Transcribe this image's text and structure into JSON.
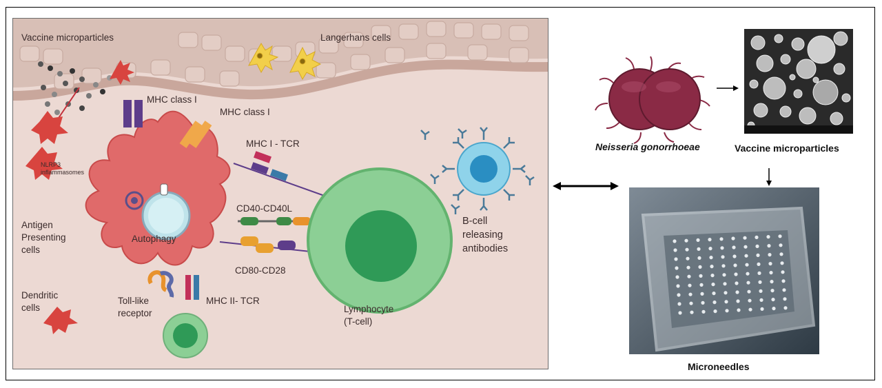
{
  "panel_labels": {
    "vaccine_microparticles": "Vaccine microparticles",
    "langerhans_cells": "Langerhans cells",
    "mhc_class_i_a": "MHC class I",
    "mhc_class_i_b": "MHC class I",
    "mhc_i_tcr": "MHC I - TCR",
    "nlrp3": "NLRP3",
    "inflammasomes": "inflammasomes",
    "cd40": "CD40-CD40L",
    "autophagy": "Autophagy",
    "apc_1": "Antigen",
    "apc_2": "Presenting",
    "apc_3": "cells",
    "cd80": "CD80-CD28",
    "dendritic_1": "Dendritic",
    "dendritic_2": "cells",
    "tlr_1": "Toll-like",
    "tlr_2": "receptor",
    "mhc_ii_tcr": "MHC II- TCR",
    "lymph_1": "Lymphocyte",
    "lymph_2": "(T-cell)",
    "bcell_1": "B-cell",
    "bcell_2": "releasing",
    "bcell_3": "antibodies"
  },
  "right_labels": {
    "bacterium": "Neisseria gonorrhoeae",
    "vaccine": "Vaccine microparticles",
    "microneedles": "Microneedles"
  },
  "colors": {
    "skin_bg": "#ecd9d3",
    "epidermis": "#d9c0b7",
    "apc_cell": "#e06a6a",
    "t_cell": "#8ccf95",
    "t_nucleus": "#2f9a57",
    "b_cell": "#8fd3ea",
    "bacterium": "#8a2a45",
    "langerhans": "#f2cf4a"
  }
}
